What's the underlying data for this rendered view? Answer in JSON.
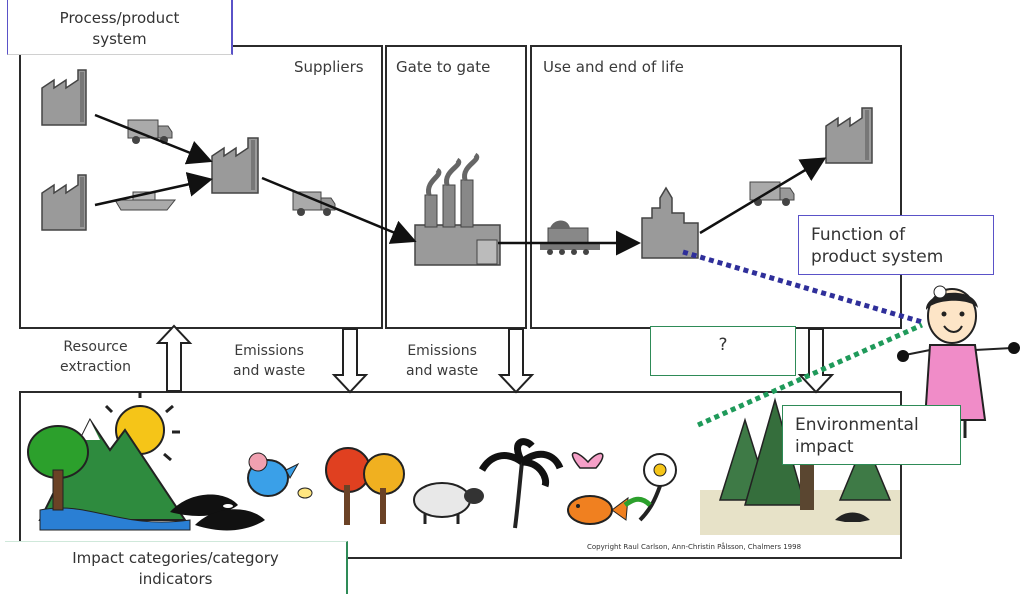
{
  "process_system_label": "Process/product\nsystem",
  "stages": {
    "suppliers": "Suppliers",
    "gate_to_gate": "Gate to gate",
    "use_end_of_life": "Use and end of life"
  },
  "resource_extraction": "Resource\nextraction",
  "emissions_waste_1": "Emissions\nand waste",
  "emissions_waste_2": "Emissions\nand waste",
  "question_mark": "?",
  "function_label": "Function of\nproduct system",
  "environmental_impact": "Environmental\nimpact",
  "impact_categories": "Impact categories/category\nindicators",
  "copyright": "Copyright Raul Carlson, Ann-Christin Pålsson, Chalmers 1998",
  "colors": {
    "frame": "#2b2b2b",
    "blue_accent": "#5a52c8",
    "green_accent": "#2e8b57",
    "dotted_blue": "#2f2f9a",
    "dotted_green": "#1f9a5a"
  }
}
